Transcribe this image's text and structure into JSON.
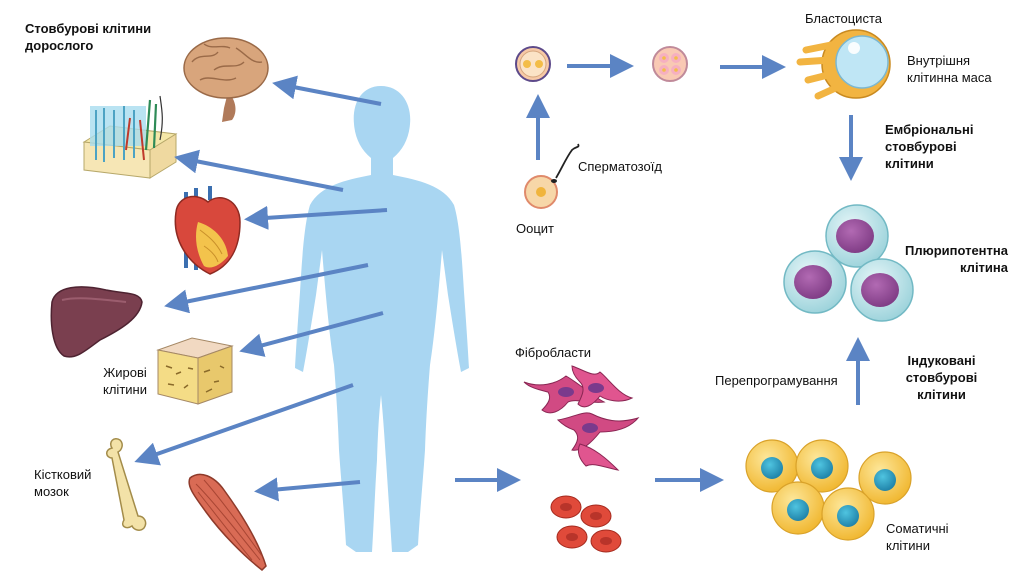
{
  "title_lines": [
    "Стовбурові клітини",
    "дорослого"
  ],
  "labels": {
    "fat_cells": [
      "Жирові",
      "клітини"
    ],
    "bone_marrow": [
      "Кістковий",
      "мозок"
    ],
    "blastocyst": "Бластоциста",
    "inner_cell_mass": [
      "Внутрішня",
      "клітинна маса"
    ],
    "sperm": "Сперматозоїд",
    "oocyte": "Ооцит",
    "embryonic_stem_cells": [
      "Ембріональні",
      "стовбурові",
      "клітини"
    ],
    "pluripotent_cell": [
      "Плюрипотентна",
      "клітина"
    ],
    "fibroblasts": "Фібробласти",
    "reprogramming": "Перепрограмування",
    "induced_stem_cells": [
      "Індуковані",
      "стовбурові",
      "клітини"
    ],
    "somatic_cells": [
      "Соматичні",
      "клітини"
    ]
  },
  "icons": [
    "brain-icon",
    "skin-icon",
    "heart-icon",
    "liver-icon",
    "fat-cells-icon",
    "bone-icon",
    "muscle-icon",
    "human-body-icon",
    "zygote-icon",
    "four-cell-embryo-icon",
    "blastocyst-icon",
    "oocyte-icon",
    "sperm-icon",
    "pluripotent-cell-icon",
    "fibroblast-icon",
    "red-blood-cell-icon",
    "somatic-cell-icon"
  ],
  "colors": {
    "arrow": "#5b84c4",
    "body": "#a9d6f2",
    "pluripotent_membrane": "#bde4ea",
    "pluripotent_nucleus": "#9b4f9c",
    "somatic_cell": "#f7c744",
    "somatic_nucleus": "#2fa3c4",
    "fibroblast": "#d14a83",
    "red_cell": "#e04a3a",
    "blastocyst": "#f2b441"
  }
}
